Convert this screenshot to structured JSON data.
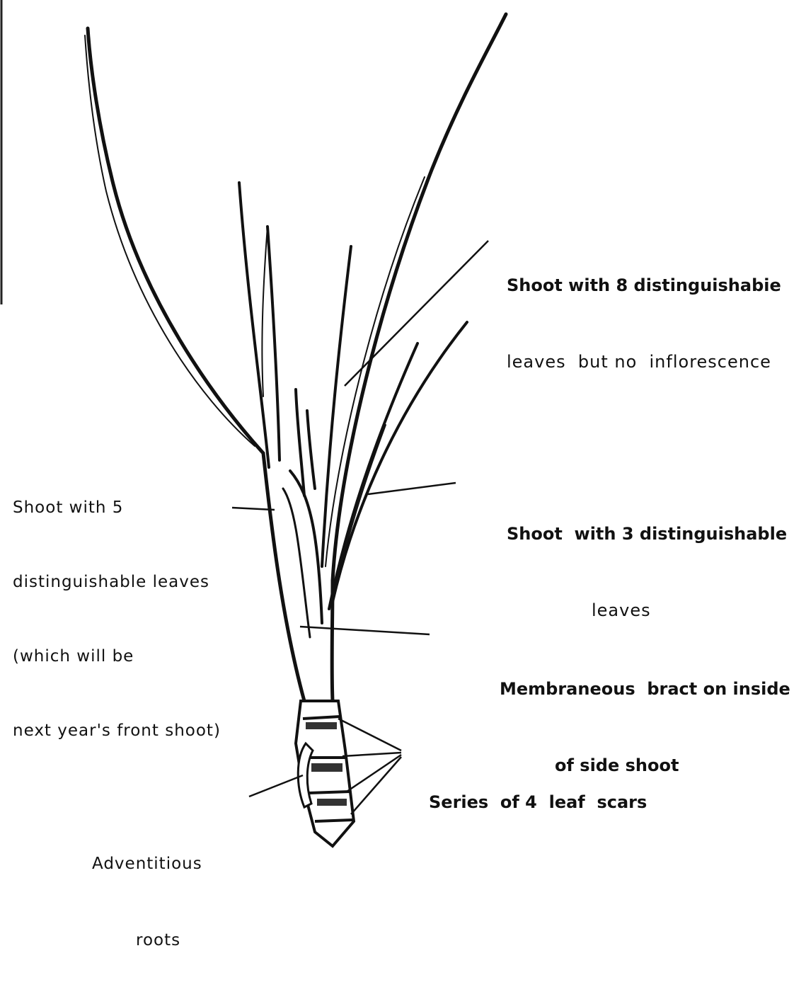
{
  "labels": {
    "shoot8": {
      "line1": "Shoot with 8 distinguishabie",
      "line2": "leaves  but no  inflorescence"
    },
    "shoot5": {
      "line1": "Shoot with 5",
      "line2": "distinguishable leaves",
      "line3": "(which will be",
      "line4": "next year's front shoot)"
    },
    "shoot3": {
      "line1": "Shoot  with 3 distinguishable",
      "line2": "leaves"
    },
    "bract": {
      "line1": "Membraneous  bract on inside",
      "line2": "of side shoot"
    },
    "scars": {
      "line1": "Series  of 4  leaf  scars"
    },
    "roots": {
      "line1": "Adventitious",
      "line2": "roots"
    }
  }
}
